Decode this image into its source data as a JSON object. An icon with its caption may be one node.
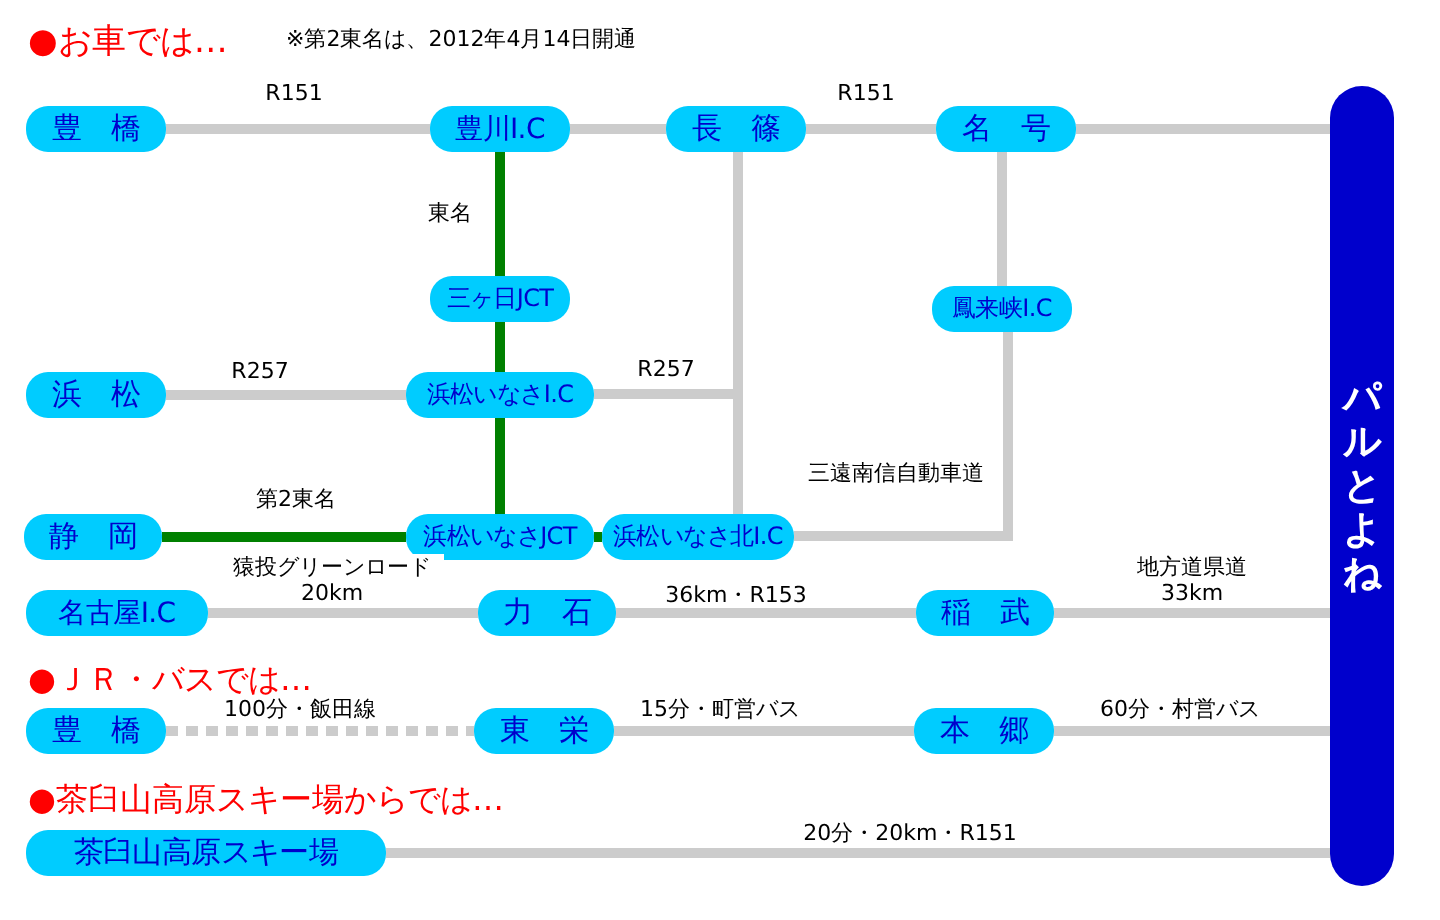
{
  "diagram": {
    "nodes": [
      {
        "text": [
          "豊　橋"
        ]
      },
      {
        "text": [
          "豊川I.C"
        ]
      },
      {
        "text": [
          "長　篠"
        ]
      },
      {
        "text": [
          "名　号"
        ]
      },
      {
        "text": [
          "パルとよね"
        ]
      },
      {
        "text": [
          "三ヶ日JCT"
        ]
      },
      {
        "text": [
          "鳳来峡I.C"
        ]
      },
      {
        "text": [
          "浜　松"
        ]
      },
      {
        "text": [
          "浜松いなさI.C"
        ]
      },
      {
        "text": [
          "静　岡"
        ]
      },
      {
        "text": [
          "浜松いなさJCT"
        ]
      },
      {
        "text": [
          "浜松いなさ北I.C"
        ]
      },
      {
        "text": [
          "名古屋I.C"
        ]
      },
      {
        "text": [
          "力　石"
        ]
      },
      {
        "text": [
          "稲　武"
        ]
      },
      {
        "text": [
          "豊　橋"
        ]
      },
      {
        "text": [
          "東　栄"
        ]
      },
      {
        "text": [
          "本　郷"
        ]
      },
      {
        "text": [
          "茶臼山高原スキー場"
        ]
      }
    ],
    "edges": [
      {
        "from": 0,
        "to": 1,
        "arrow": "none",
        "label": "R151"
      },
      {
        "from": 1,
        "to": 2,
        "arrow": "none"
      },
      {
        "from": 2,
        "to": 3,
        "arrow": "none",
        "label": "R151"
      },
      {
        "from": 3,
        "to": 4,
        "arrow": "none"
      },
      {
        "from": 1,
        "to": 5,
        "arrow": "none",
        "label": "東名",
        "color": "#008000"
      },
      {
        "from": 5,
        "to": 8,
        "arrow": "none",
        "color": "#008000"
      },
      {
        "from": 7,
        "to": 8,
        "arrow": "none",
        "label": "R257"
      },
      {
        "from": 8,
        "to": 10,
        "arrow": "none",
        "color": "#008000"
      },
      {
        "from": 9,
        "to": 10,
        "arrow": "none",
        "label": "第2東名",
        "color": "#008000"
      },
      {
        "from": 10,
        "to": 11,
        "arrow": "none",
        "color": "#008000"
      },
      {
        "from": 8,
        "to": 2,
        "arrow": "none",
        "label": "R257"
      },
      {
        "from": 2,
        "to": 11,
        "arrow": "none"
      },
      {
        "from": 3,
        "to": 6,
        "arrow": "none"
      },
      {
        "from": 6,
        "to": 11,
        "arrow": "none",
        "label": "三遠南信自動車道"
      },
      {
        "from": 12,
        "to": 13,
        "arrow": "none",
        "label": "猿投グリーンロード 20km"
      },
      {
        "from": 13,
        "to": 14,
        "arrow": "none",
        "label": "36km・R153"
      },
      {
        "from": 14,
        "to": 4,
        "arrow": "none",
        "label": "地方道県道 33km"
      },
      {
        "from": 15,
        "to": 16,
        "arrow": "none",
        "label": "100分・飯田線",
        "style": "dashed"
      },
      {
        "from": 16,
        "to": 17,
        "arrow": "none",
        "label": "15分・町営バス"
      },
      {
        "from": 17,
        "to": 4,
        "arrow": "none",
        "label": "60分・村営バス"
      },
      {
        "from": 18,
        "to": 4,
        "arrow": "none",
        "label": "20分・20km・R151"
      }
    ],
    "labels": [
      "●お車では…",
      "※第2東名は、2012年4月14日開通",
      "●ＪＲ・バスでは…",
      "●茶臼山高原スキー場からでは…"
    ]
  }
}
